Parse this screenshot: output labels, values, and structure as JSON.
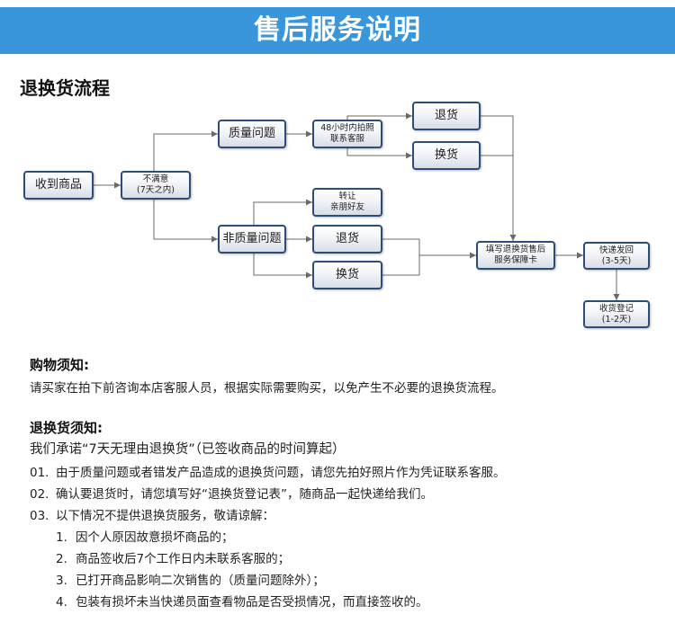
{
  "colors": {
    "banner_background": "#3a96da",
    "node_border": "#2d4d78",
    "connector": "#6a6a6a",
    "body_text": "#222222"
  },
  "banner": {
    "title": "售后服务说明"
  },
  "flow": {
    "title": "退换货流程",
    "nodes": {
      "received": {
        "label": "收到商品"
      },
      "unsatisfied": {
        "label": "不满意",
        "sub": "(7天之内)"
      },
      "quality": {
        "label": "质量问题"
      },
      "non_quality": {
        "label": "非质量问题"
      },
      "photo_contact": {
        "label": "48小时内拍照",
        "sub": "联系客服"
      },
      "transfer": {
        "label": "转让",
        "sub": "亲朋好友"
      },
      "nq_return": {
        "label": "退货"
      },
      "nq_exchange": {
        "label": "换货"
      },
      "q_return": {
        "label": "退货"
      },
      "q_exchange": {
        "label": "换货"
      },
      "fill_card": {
        "label": "填写退换货售后",
        "sub": "服务保障卡"
      },
      "ship_back": {
        "label": "快递发回",
        "sub": "(3-5天)"
      },
      "receive_register": {
        "label": "收货登记",
        "sub": "(1-2天)"
      }
    }
  },
  "shopping_notice": {
    "title": "购物须知:",
    "text": "请买家在拍下前咨询本店客服人员，根据实际需要购买，以免产生不必要的退换货流程。"
  },
  "return_notice": {
    "title": "退换货须知:",
    "intro": "我们承诺“7天无理由退换货”（已签收商品的时间算起）",
    "items": [
      {
        "num": "01.",
        "text": "由于质量问题或者错发产品造成的退换货问题，请您先拍好照片作为凭证联系客服。"
      },
      {
        "num": "02.",
        "text": "确认要退货时，请您填写好“退换货登记表”，随商品一起快递给我们。"
      },
      {
        "num": "03.",
        "text": "以下情况不提供退换货服务，敬请谅解："
      }
    ],
    "exclusions": [
      {
        "num": "1.",
        "text": "因个人原因故意损坏商品的；"
      },
      {
        "num": "2.",
        "text": "商品签收后7个工作日内未联系客服的；"
      },
      {
        "num": "3.",
        "text": "已打开商品影响二次销售的（质量问题除外）；"
      },
      {
        "num": "4.",
        "text": "包装有损坏未当快递员面查看物品是否受损情况，而直接签收的。"
      }
    ]
  }
}
